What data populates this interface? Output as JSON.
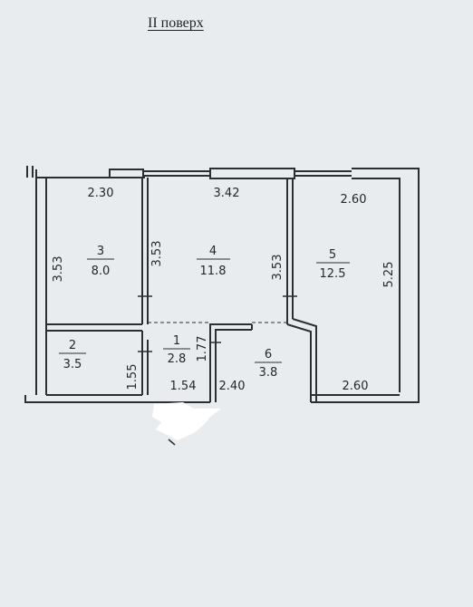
{
  "header": {
    "title": "II поверх"
  },
  "rooms": [
    {
      "number": "1",
      "area": "2.8"
    },
    {
      "number": "2",
      "area": "3.5"
    },
    {
      "number": "3",
      "area": "8.0"
    },
    {
      "number": "4",
      "area": "11.8"
    },
    {
      "number": "5",
      "area": "12.5"
    },
    {
      "number": "6",
      "area": "3.8"
    }
  ],
  "dimensions": {
    "room3_width": "2.30",
    "room3_height": "3.53",
    "room4_width": "3.42",
    "room4_left_height": "3.53",
    "room4_right_height": "3.53",
    "room5_width_top": "2.60",
    "room5_height": "5.25",
    "room5_width_bottom": "2.60",
    "room2_height": "1.55",
    "hall_width": "1.54",
    "hall_height": "1.77",
    "room6_width": "2.40"
  },
  "colors": {
    "wall": "#2b2f33",
    "background": "#e9ecef",
    "redaction": "#ffffff"
  }
}
